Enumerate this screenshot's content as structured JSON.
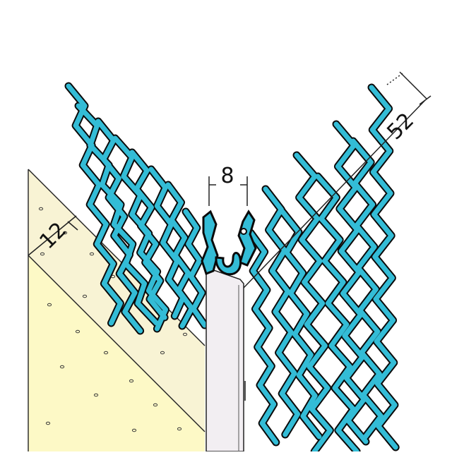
{
  "colors": {
    "mesh": "#33bcd6",
    "mesh_outline": "#0a0a0a",
    "plaster": "#fdf9c6",
    "plaster_coarse": "#f8f3d4",
    "profile": "#f2eef2",
    "line": "#222222"
  },
  "dimensions": {
    "nose_width": "8",
    "plaster_depth": "12",
    "wing_length": "52"
  }
}
